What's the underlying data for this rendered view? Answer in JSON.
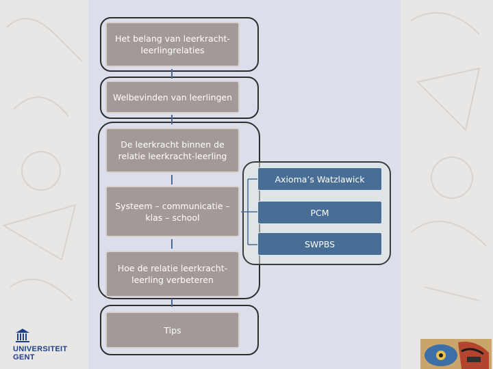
{
  "diagram": {
    "left_boxes": [
      "Het belang van leerkracht-leerlingrelaties",
      "Welbevinden van leerlingen",
      "De leerkracht binnen de relatie leerkracht-leerling",
      "Systeem – communicatie – klas – school",
      "Hoe de relatie leerkracht-leerling verbeteren",
      "Tips"
    ],
    "right_boxes": [
      "Axioma’s Watzlawick",
      "PCM",
      "SWPBS"
    ]
  },
  "logo": {
    "line1": "UNIVERSITEIT",
    "line2": "GENT"
  },
  "colors": {
    "grey_box": "#a39a98",
    "blue_box": "#496e95",
    "panel": "#dcdfeb",
    "connector": "#4a6a93"
  }
}
